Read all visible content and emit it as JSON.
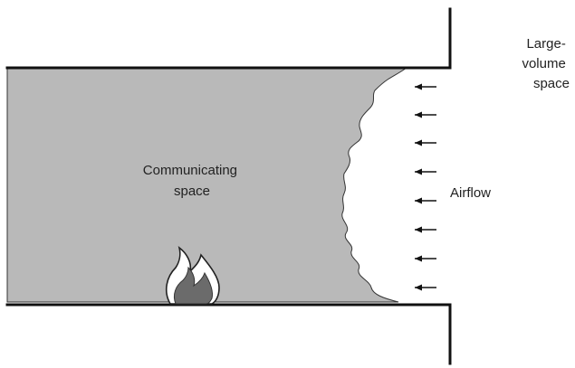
{
  "labels": {
    "large_volume_space": [
      "Large-",
      "volume",
      "space"
    ],
    "communicating_space": [
      "Communicating",
      "space"
    ],
    "airflow": "Airflow"
  },
  "colors": {
    "smoke_fill": "#b9b9b9",
    "wall_stroke": "#111111",
    "flame_outer": "#ffffff",
    "flame_inner": "#6b6b6b"
  },
  "icons": {
    "fire": "flame-icon",
    "arrow": "left-arrow-icon"
  },
  "airflow_arrow_count": 8
}
